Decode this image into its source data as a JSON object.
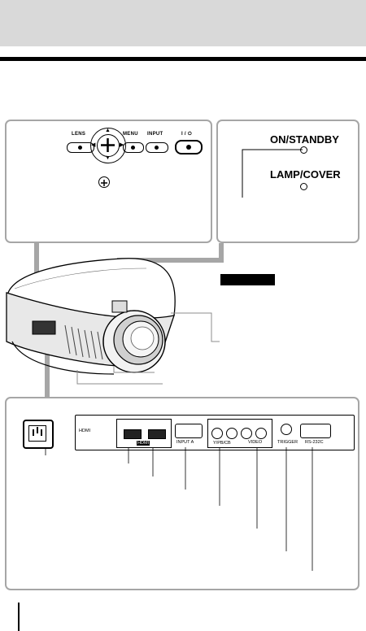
{
  "control_panel": {
    "lens_label": "LENS",
    "menu_label": "MENU",
    "input_label": "INPUT",
    "power_label": "I / ⏻"
  },
  "indicators": {
    "on_standby_label": "ON/STANDBY",
    "lamp_cover_label": "LAMP/COVER"
  },
  "rear_connectors": {
    "panel_label": "HDMI",
    "hdmi_logo": "HDMI",
    "vga_label": "INPUT A",
    "component_label": "Y/PB/CB",
    "video_label": "VIDEO",
    "trigger_label": "TRIGGER",
    "rs232_label": "RS-232C"
  }
}
